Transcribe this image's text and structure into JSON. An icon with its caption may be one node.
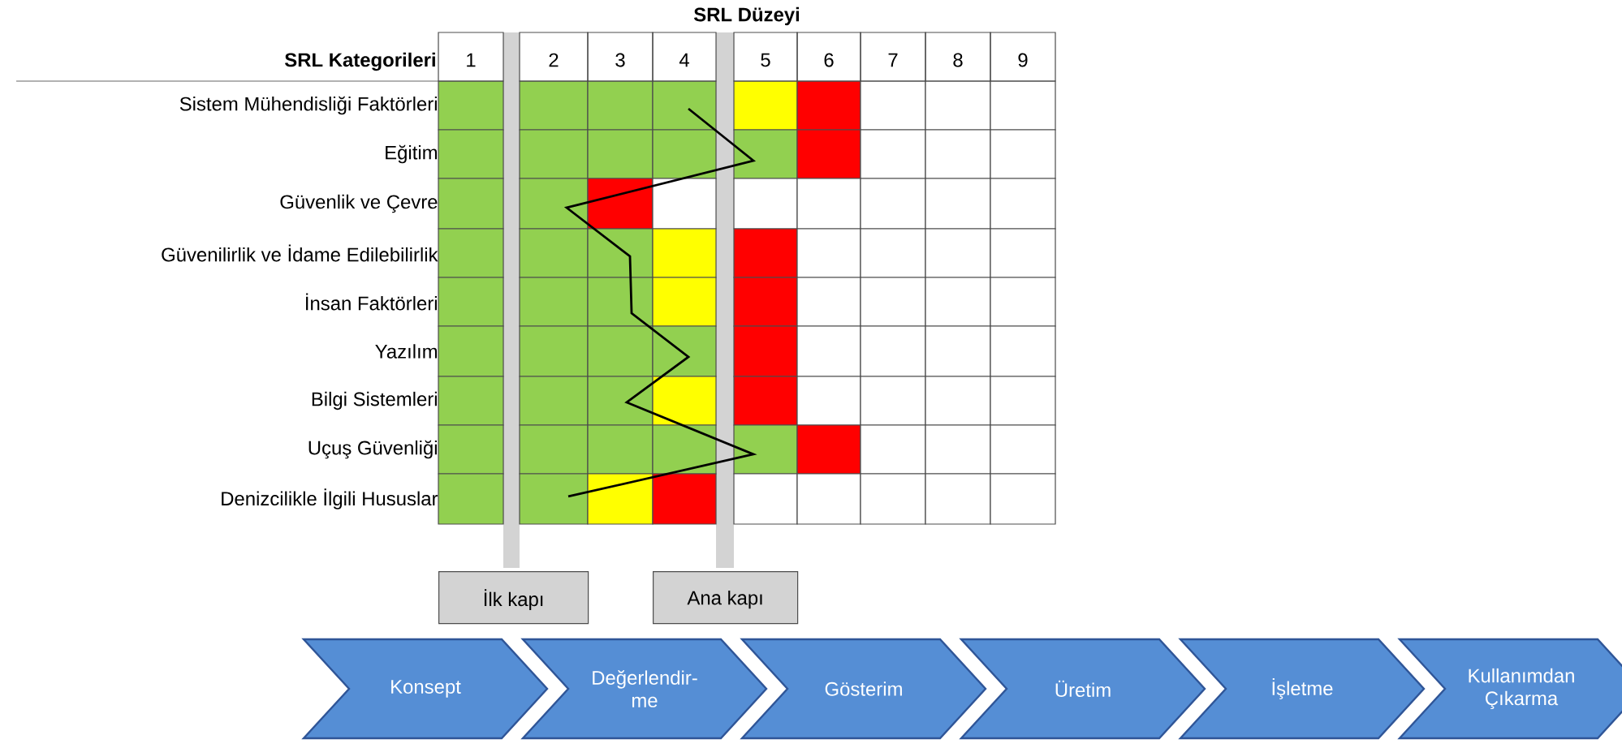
{
  "diagram": {
    "nodes": [
      {
        "text": [
          "İlk kapı"
        ]
      },
      {
        "text": [
          "Ana kapı"
        ]
      },
      {
        "text": [
          "Konsept"
        ]
      },
      {
        "text": [
          "Değerlendir-me"
        ]
      },
      {
        "text": [
          "Gösterim"
        ]
      },
      {
        "text": [
          "Üretim"
        ]
      },
      {
        "text": [
          "İşletme"
        ]
      },
      {
        "text": [
          "Kullanımdan Çıkarma"
        ]
      }
    ],
    "labels": [
      "SRL Düzeyi",
      "SRL Kategorileri",
      "1",
      "2",
      "3",
      "4",
      "5",
      "6",
      "7",
      "8",
      "9",
      "Sistem Mühendisliği Faktörleri",
      "Eğitim",
      "Güvenlik ve Çevre",
      "Güvenilirlik ve İdame Edilebilirlik",
      "İnsan Faktörleri",
      "Yazılım",
      "Bilgi Sistemleri",
      "Uçuş Güvenliği",
      "Denizcilikle İlgili Hususlar"
    ]
  }
}
